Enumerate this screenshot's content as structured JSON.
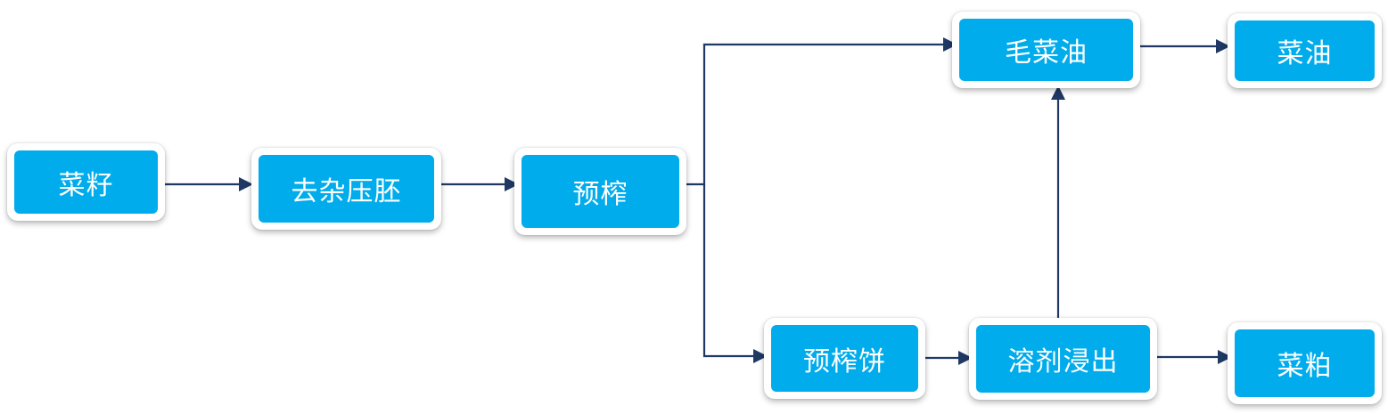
{
  "diagram": {
    "colors": {
      "node_fill": "#00acec",
      "node_text": "#ffffff",
      "connector": "#1f3864"
    },
    "nodes": {
      "rapeseed": "菜籽",
      "cleaning_flaking": "去杂压胚",
      "prepressing": "预榨",
      "crude_oil": "毛菜油",
      "rapeseed_oil": "菜油",
      "prepressed_cake": "预榨饼",
      "solvent_extraction": "溶剂浸出",
      "rapeseed_meal": "菜粕"
    },
    "edges": [
      [
        "rapeseed",
        "cleaning_flaking"
      ],
      [
        "cleaning_flaking",
        "prepressing"
      ],
      [
        "prepressing",
        "crude_oil"
      ],
      [
        "prepressing",
        "prepressed_cake"
      ],
      [
        "crude_oil",
        "rapeseed_oil"
      ],
      [
        "prepressed_cake",
        "solvent_extraction"
      ],
      [
        "solvent_extraction",
        "crude_oil"
      ],
      [
        "solvent_extraction",
        "rapeseed_meal"
      ]
    ]
  }
}
